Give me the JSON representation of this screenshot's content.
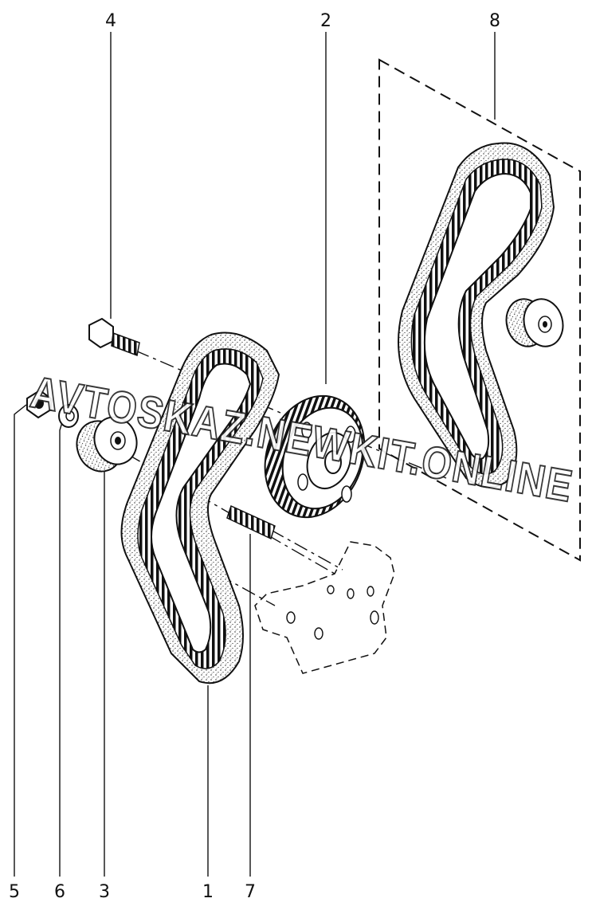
{
  "callouts": [
    {
      "id": "callout-1",
      "label": "1"
    },
    {
      "id": "callout-2",
      "label": "2"
    },
    {
      "id": "callout-3",
      "label": "3"
    },
    {
      "id": "callout-4",
      "label": "4"
    },
    {
      "id": "callout-5",
      "label": "5"
    },
    {
      "id": "callout-6",
      "label": "6"
    },
    {
      "id": "callout-7",
      "label": "7"
    },
    {
      "id": "callout-8",
      "label": "8"
    }
  ],
  "watermark": {
    "text": "AVTOSKAZ.NEWKIT.ONLINE"
  },
  "colors": {
    "ink": "#111111",
    "background": "#ffffff"
  }
}
